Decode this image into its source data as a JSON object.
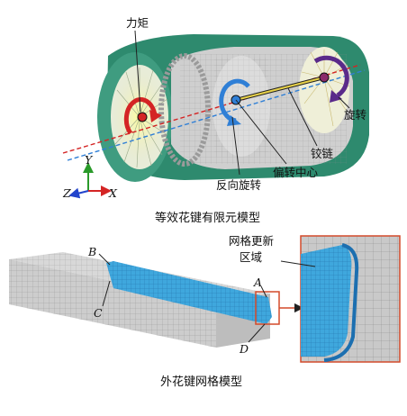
{
  "top_model": {
    "caption": "等效花键有限元模型",
    "labels": {
      "torque": "力矩",
      "rotation": "旋转",
      "hinge": "铰链",
      "deflection_center": "偏转中心",
      "reverse_rotation": "反向旋转"
    },
    "axes": {
      "y": "Y",
      "z": "Z",
      "x": "X"
    }
  },
  "bottom_model": {
    "caption": "外花键网格模型",
    "labels": {
      "mesh_update_line1": "网格更新",
      "mesh_update_line2": "区域"
    },
    "points": {
      "a": "A",
      "b": "B",
      "c": "C",
      "d": "D"
    }
  },
  "colors": {
    "outer_sleeve": "#2e8a6e",
    "inner_gray": "#c8c8c8",
    "mesh_blue": "#3fa7dd",
    "arrow_red": "#d42424",
    "arrow_blue": "#2f7fd6",
    "arrow_purple": "#5a2a8a",
    "zoom_box": "#d44a2a"
  }
}
